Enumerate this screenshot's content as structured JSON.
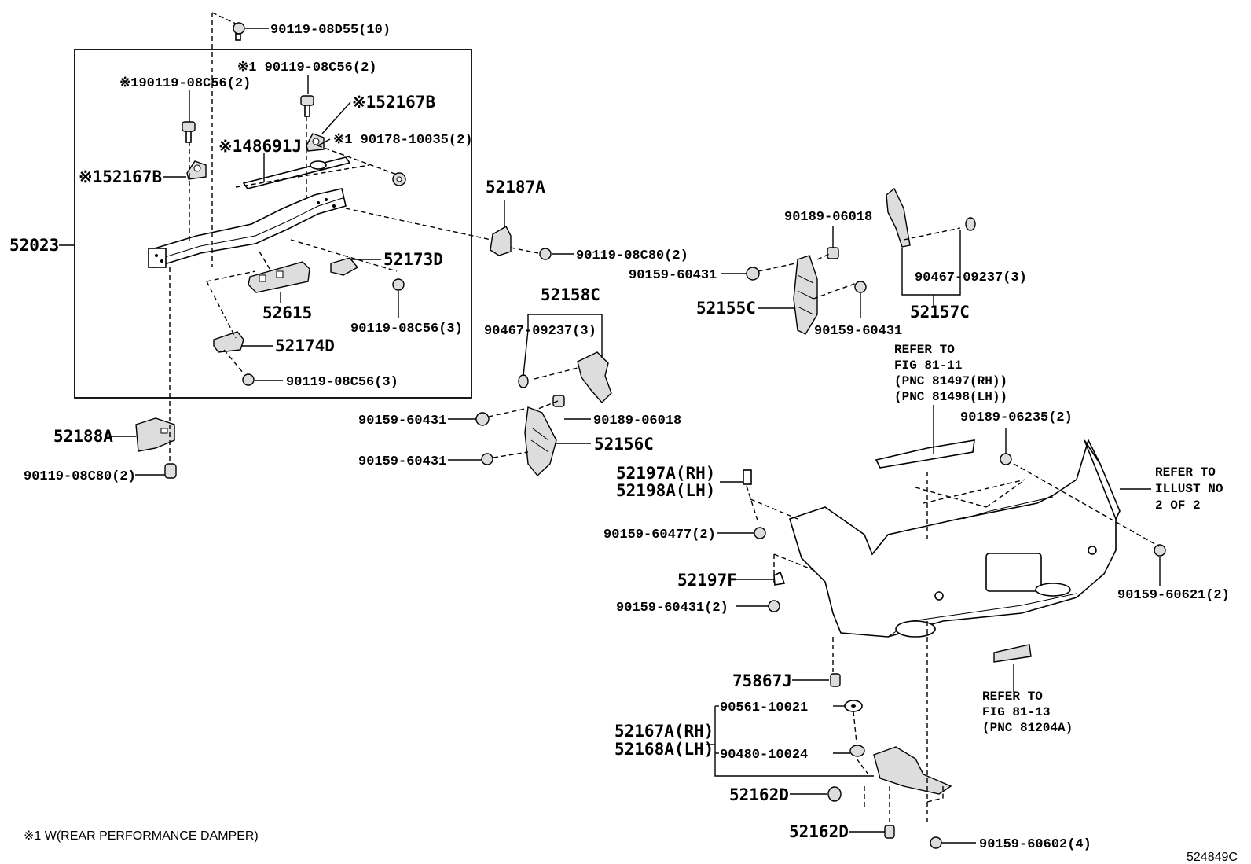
{
  "labels": {
    "p90119_08d55": "90119-08D55(10)",
    "p90119_08c56_top": "※1 90119-08C56(2)",
    "p90119_08c56_left": "※190119-08C56(2)",
    "p52167b_top": "※152167B",
    "p48691j": "※148691J",
    "p90178": "※1 90178-10035(2)",
    "p52167b_left": "※152167B",
    "p52023": "52023",
    "p52173d": "52173D",
    "p52615": "52615",
    "p90119_08c56_3a": "90119-08C56(3)",
    "p52174d": "52174D",
    "p90119_08c56_3b": "90119-08C56(3)",
    "p52188a": "52188A",
    "p90119_08c80_left": "90119-08C80(2)",
    "p52187a": "52187A",
    "p90119_08c80_mid": "90119-08C80(2)",
    "p52158c": "52158C",
    "p90467_mid": "90467-09237(3)",
    "p90159_60431_a": "90159-60431",
    "p90189_06018_mid": "90189-06018",
    "p52156c": "52156C",
    "p90159_60431_b": "90159-60431",
    "p90189_06018_top": "90189-06018",
    "p90159_60431_c": "90159-60431",
    "p52155c": "52155C",
    "p90159_60431_d": "90159-60431",
    "p90467_right": "90467-09237(3)",
    "p52157c": "52157C",
    "p52197a": "52197A(RH)",
    "p52198a": "52198A(LH)",
    "p90159_60477": "90159-60477(2)",
    "p52197f": "52197F",
    "p90159_60431_2": "90159-60431(2)",
    "p90189_06235": "90189-06235(2)",
    "p90159_60621": "90159-60621(2)",
    "p75867j": "75867J",
    "p90561": "90561-10021",
    "p52167a": "52167A(RH)",
    "p52168a": "52168A(LH)",
    "p90480": "90480-10024",
    "p52162d_a": "52162D",
    "p52162d_b": "52162D",
    "p90159_60602": "90159-60602(4)"
  },
  "refs": {
    "fig81_11": [
      "REFER TO",
      "FIG 81-11",
      "(PNC 81497(RH))",
      "(PNC 81498(LH))"
    ],
    "illust2": [
      "REFER TO",
      "ILLUST NO",
      "2 OF 2"
    ],
    "fig81_13": [
      "REFER TO",
      "FIG 81-13",
      "(PNC 81204A)"
    ]
  },
  "footnote": "※1 W(REAR PERFORMANCE DAMPER)",
  "figure_id": "524849C"
}
